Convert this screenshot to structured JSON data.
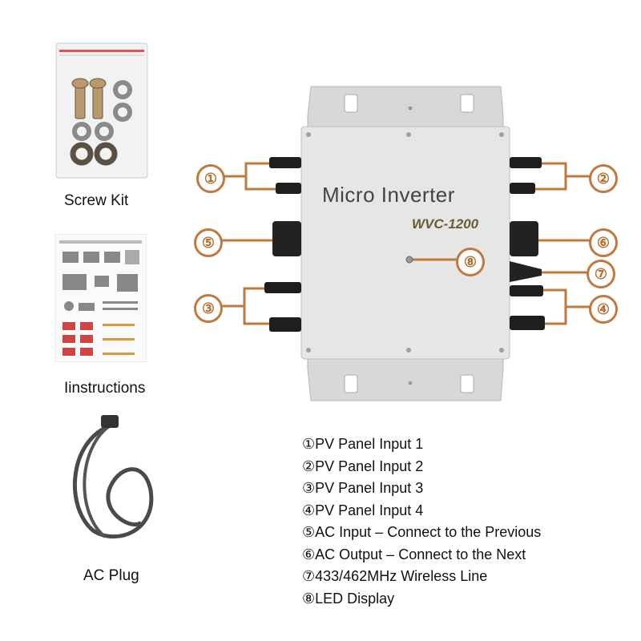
{
  "accessories": [
    {
      "label": "Screw Kit"
    },
    {
      "label": "Iinstructions"
    },
    {
      "label": "AC Plug"
    }
  ],
  "product": {
    "title": "Micro Inverter",
    "model": "WVC-1200"
  },
  "callouts": [
    "①",
    "②",
    "③",
    "④",
    "⑤",
    "⑥",
    "⑦",
    "⑧"
  ],
  "legend": [
    "①PV Panel Input 1",
    "②PV Panel Input 2",
    "③PV Panel Input 3",
    "④PV Panel Input 4",
    "⑤AC Input – Connect to the Previous",
    "⑥AC Output – Connect to the Next",
    "⑦433/462MHz Wireless Line",
    "⑧LED Display"
  ],
  "colors": {
    "callout": "#c07a3d",
    "body": "#e3e3e1"
  }
}
